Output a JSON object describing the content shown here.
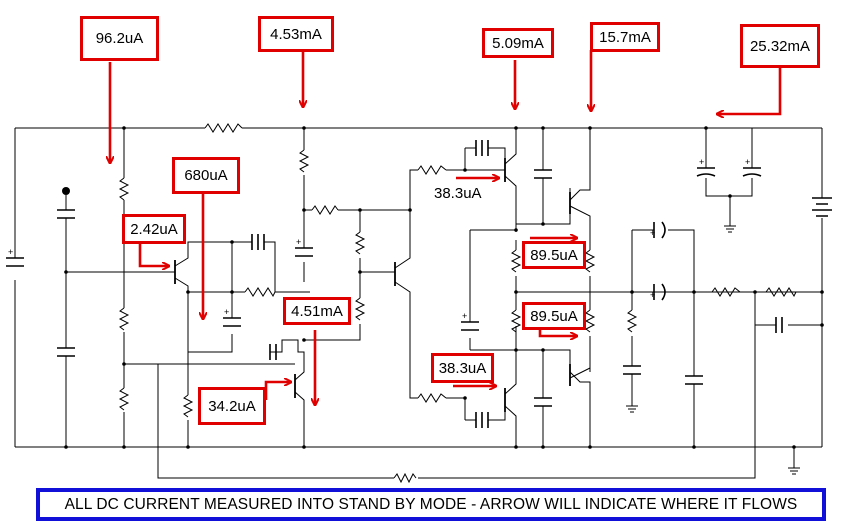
{
  "colors": {
    "wire": "#000000",
    "arrow": "#e00000",
    "footer_border": "#1010d8"
  },
  "labels": {
    "i_96_2uA": "96.2uA",
    "i_4_53mA": "4.53mA",
    "i_5_09mA": "5.09mA",
    "i_15_7mA": "15.7mA",
    "i_25_32mA": "25.32mA",
    "i_680uA": "680uA",
    "i_2_42uA": "2.42uA",
    "i_38_3uA_top": "38.3uA",
    "i_89_5uA_upper": "89.5uA",
    "i_4_51mA": "4.51mA",
    "i_89_5uA_lower": "89.5uA",
    "i_38_3uA_bottom": "38.3uA",
    "i_34_2uA": "34.2uA"
  },
  "footer": {
    "text": "ALL DC CURRENT MEASURED INTO STAND BY MODE - ARROW WILL INDICATE WHERE IT FLOWS"
  }
}
